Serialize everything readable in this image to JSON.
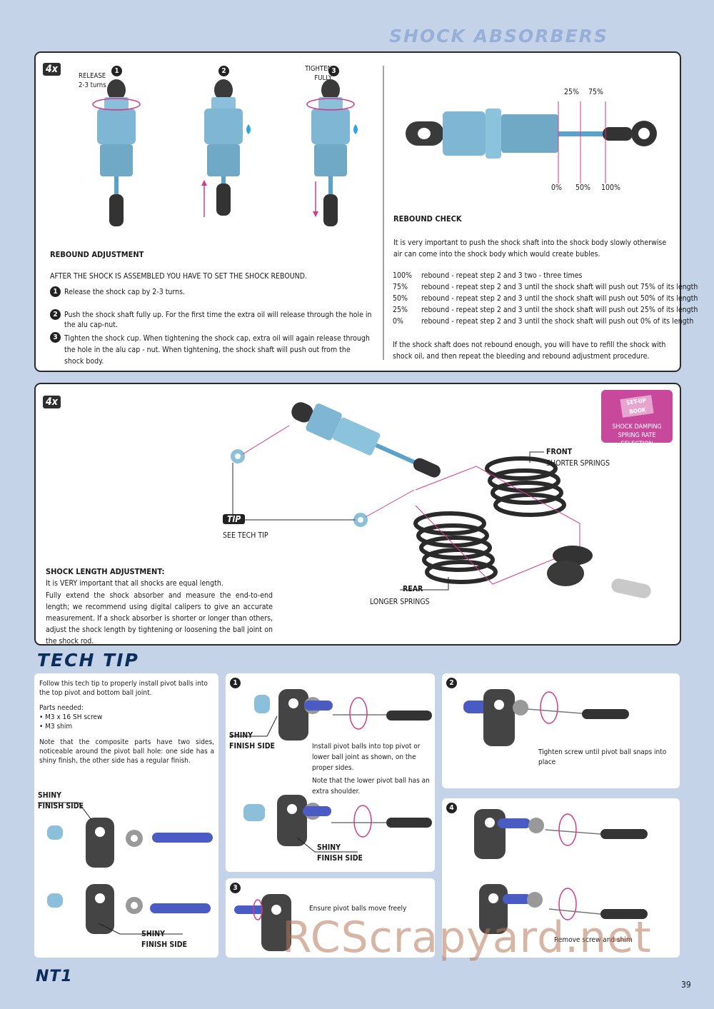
{
  "header": {
    "title": "SHOCK ABSORBERS"
  },
  "rebound": {
    "badge": "4x",
    "step1_label": "RELEASE\n2-3 turns",
    "step3_label": "TIGHTEN\nFULLY",
    "heading": "REBOUND ADJUSTMENT",
    "intro": "AFTER THE SHOCK IS ASSEMBLED YOU HAVE TO SET THE SHOCK REBOUND.",
    "steps": [
      "Release the shock cap by 2-3 turns.",
      "Push the shock shaft fully up. For the first time the extra oil will release through the hole in the alu cap-nut.",
      "Tighten the shock cup. When tightening the shock cap, extra oil will again release through the hole in the alu cap - nut. When tightening, the shock shaft will push out from the shock body."
    ],
    "step_numbers": [
      "1",
      "2",
      "3"
    ]
  },
  "rebound_check": {
    "top_marks": [
      "25%",
      "75%"
    ],
    "bottom_marks": [
      "0%",
      "50%",
      "100%"
    ],
    "heading": "REBOUND CHECK",
    "intro": "It is very important to push the shock shaft into the shock body slowly otherwise air can come into the shock body which would create bubles.",
    "rows": [
      {
        "pct": "100%",
        "text": "rebound - repeat step 2 and 3 two - three times"
      },
      {
        "pct": "75%",
        "text": "rebound - repeat step 2 and 3  until the shock shaft will push out 75% of its length"
      },
      {
        "pct": "50%",
        "text": "rebound - repeat step 2 and 3  until the shock shaft will push out 50% of its length"
      },
      {
        "pct": "25%",
        "text": "rebound - repeat step 2 and 3  until the shock shaft will push out 25% of its length"
      },
      {
        "pct": "0%",
        "text": "rebound - repeat step 2 and 3  until the shock shaft will push out 0% of its length"
      }
    ],
    "footer": "If the shock shaft does not rebound enough, you will have to refill the shock with shock oil, and then repeat the bleeding and rebound adjustment procedure."
  },
  "length": {
    "badge": "4x",
    "setup_book": {
      "icon_text": "SET-UP BOOK",
      "caption": "SHOCK DAMPING\nSPRING RATE SELECTION"
    },
    "front_label": "FRONT",
    "front_sub": "SHORTER SPRINGS",
    "rear_label": "REAR",
    "rear_sub": "LONGER SPRINGS",
    "tip_badge": "TIP",
    "tip_caption": "SEE TECH TIP",
    "heading": "SHOCK LENGTH ADJUSTMENT:",
    "body": [
      "It is VERY important that all shocks are equal length.",
      "Fully extend the shock absorber and measure the end-to-end length; we recommend using digital calipers to give an accurate measurement. If a shock absorber is shorter or longer than others, adjust the shock length by tightening or loosening the ball joint on the shock rod."
    ]
  },
  "techtip": {
    "title": "TECH TIP",
    "intro": "Follow this tech tip to properly install pivot balls into the top pivot and bottom ball joint.",
    "parts_heading": "Parts needed:",
    "parts": [
      "• M3 x 16 SH screw",
      "• M3 shim"
    ],
    "note": "Note that the composite parts have two sides, noticeable around the pivot ball hole: one side has a shiny finish, the other side has a regular finish.",
    "shiny_label": "SHINY\nFINISH SIDE",
    "step_numbers": [
      "1",
      "2",
      "3",
      "4"
    ],
    "step1_text": "Install pivot balls into top pivot or lower ball joint as shown, on the proper sides.",
    "step1_note": "Note that the lower pivot ball has an extra shoulder.",
    "step2_text": "Tighten screw until pivot ball snaps into place",
    "step3_text": "Ensure pivot balls move freely",
    "step4_text": "Remove screw and shim"
  },
  "footer": {
    "logo": "NT1",
    "page": "39",
    "watermark": "RCScrapyard.net"
  },
  "colors": {
    "background": "#c4d3e8",
    "shock_blue": "#7fb6d3",
    "pink": "#d23a8c",
    "part_blue": "#4a5cc4",
    "dark_part": "#3d3d3d"
  }
}
